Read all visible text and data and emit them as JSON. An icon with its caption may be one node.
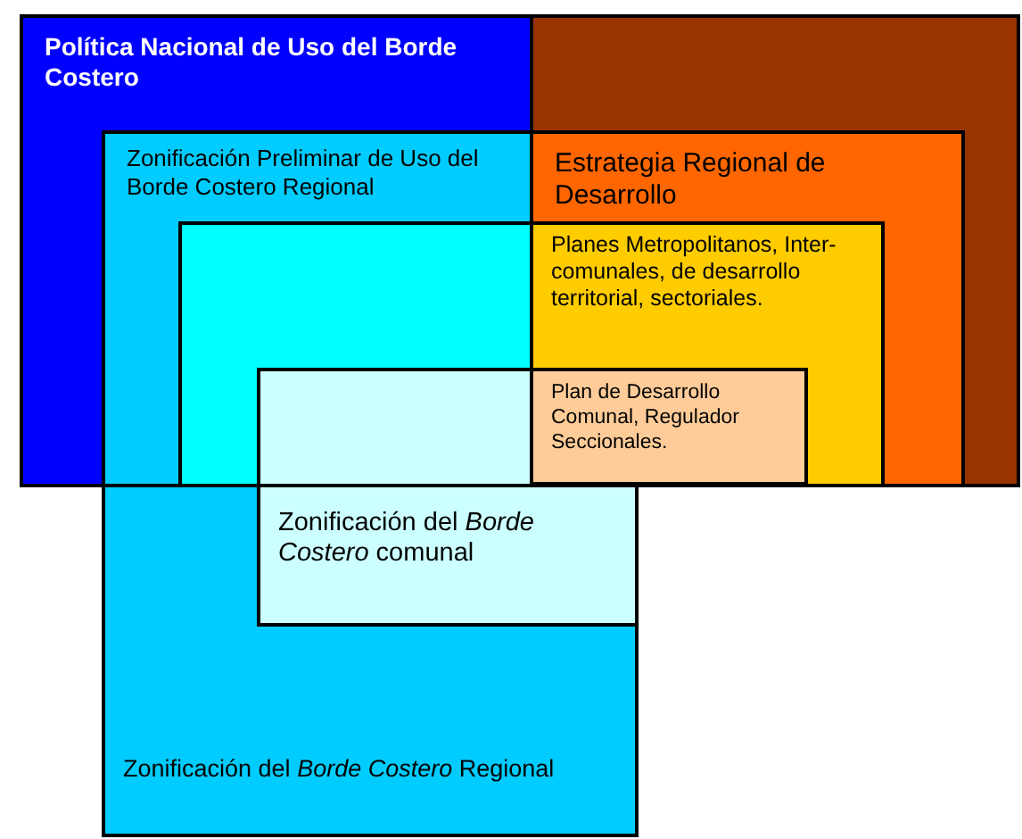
{
  "diagram": {
    "nodes": [
      {
        "text": [
          "Política Nacional de Uso del Borde Costero"
        ]
      },
      {
        "text": [],
        "shape": "box"
      },
      {
        "text": [
          "Zonificación Preliminar de Uso del Borde Costero Regional"
        ],
        "in": 0
      },
      {
        "text": [
          "Estrategia Regional de Desarrollo"
        ],
        "in": 1
      },
      {
        "text": [],
        "shape": "box",
        "in": 2
      },
      {
        "text": [
          "Planes Metropolitanos, Inter-comunales, de desarrollo territorial, sectoriales."
        ],
        "in": 3
      },
      {
        "text": [],
        "shape": "box",
        "in": 4
      },
      {
        "text": [
          "Plan de Desarrollo Comunal, Regulador Seccionales."
        ],
        "in": 5
      },
      {
        "text": [
          "Zonificación del *Borde Costero* Regional"
        ]
      },
      {
        "text": [
          "Zonificación del *Borde Costero* comunal"
        ],
        "in": 8
      }
    ]
  }
}
